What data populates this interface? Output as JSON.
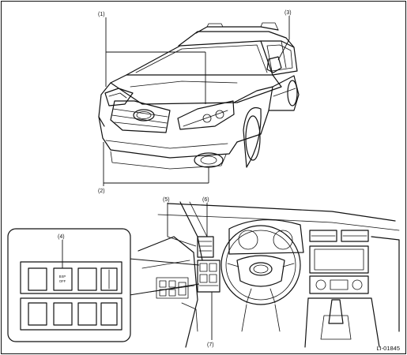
{
  "figure_code": "LI-01845",
  "callouts": [
    {
      "id": "1",
      "label": "(1)"
    },
    {
      "id": "2",
      "label": "(2)"
    },
    {
      "id": "3",
      "label": "(3)"
    },
    {
      "id": "4",
      "label": "(4)"
    },
    {
      "id": "5",
      "label": "(5)"
    },
    {
      "id": "6",
      "label": "(6)"
    },
    {
      "id": "7",
      "label": "(7)"
    }
  ],
  "switch_panel": {
    "button_line1": "BSP",
    "button_line2": "OFF"
  }
}
